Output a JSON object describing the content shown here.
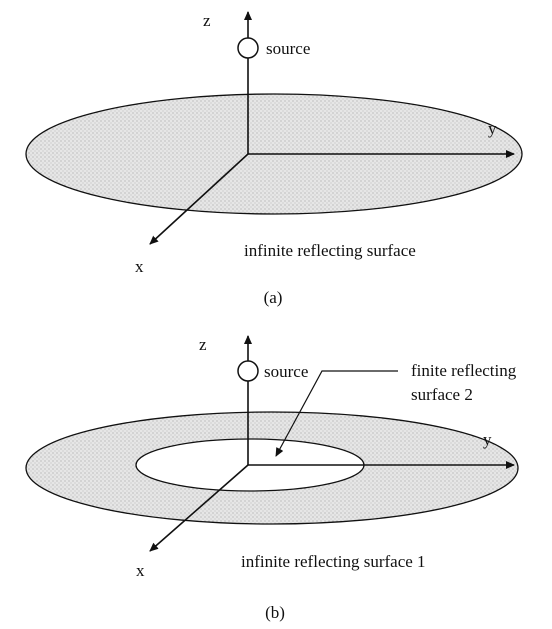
{
  "panel_a": {
    "axis_z": "z",
    "axis_y": "y",
    "axis_x": "x",
    "source_label": "source",
    "surface_label": "infinite reflecting surface",
    "caption": "(a)"
  },
  "panel_b": {
    "axis_z": "z",
    "axis_y": "y",
    "axis_x": "x",
    "source_label": "source",
    "finite_label_line1": "finite reflecting",
    "finite_label_line2": "surface 2",
    "surface_label": "infinite reflecting surface 1",
    "caption": "(b)"
  },
  "colors": {
    "ink": "#111111",
    "surface_fill": "#e3e3e3"
  }
}
